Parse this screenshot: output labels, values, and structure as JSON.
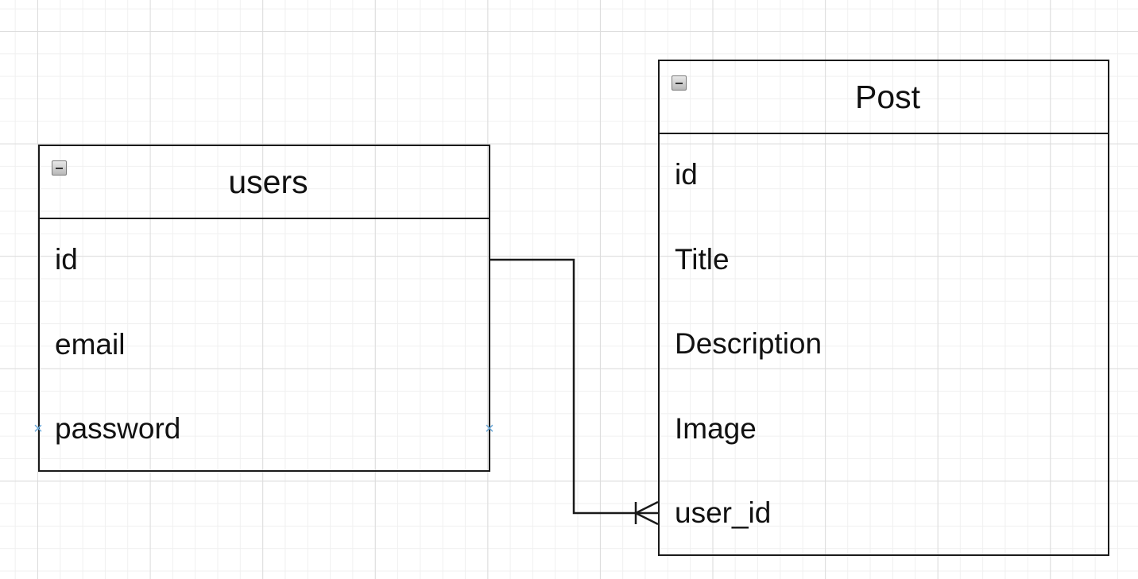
{
  "diagram": {
    "entities": [
      {
        "name": "users",
        "fields": [
          "id",
          "email",
          "password"
        ]
      },
      {
        "name": "Post",
        "fields": [
          "id",
          "Title",
          "Description",
          "Image",
          "user_id"
        ]
      }
    ],
    "relationship": {
      "from": "users.id",
      "to": "Post.user_id",
      "from_cardinality": "one",
      "to_cardinality": "many",
      "line_color": "#1a1a1a"
    },
    "selection_handle_color": "#6aa8d8",
    "icons": {
      "collapse": "minus-square-icon",
      "handle": "x-handle-icon"
    }
  }
}
